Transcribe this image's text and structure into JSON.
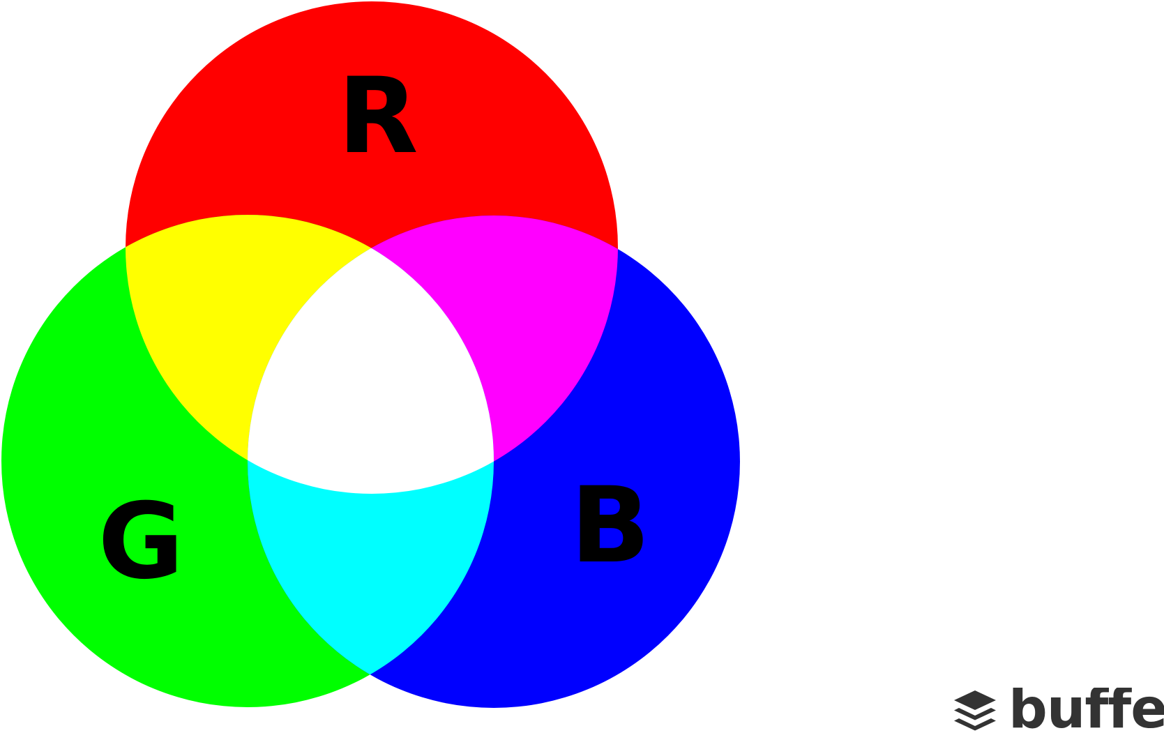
{
  "circles": {
    "red": {
      "label": "R",
      "color": "#ff0000"
    },
    "green": {
      "label": "G",
      "color": "#00ff00"
    },
    "blue": {
      "label": "B",
      "color": "#0000ff"
    }
  },
  "overlaps": {
    "red_green": "#ffff00",
    "red_blue": "#ff00ff",
    "green_blue": "#00ffff",
    "all": "#ffffff"
  },
  "logo": {
    "text": "buffer",
    "icon": "layers-stack-icon",
    "color": "#333333"
  }
}
